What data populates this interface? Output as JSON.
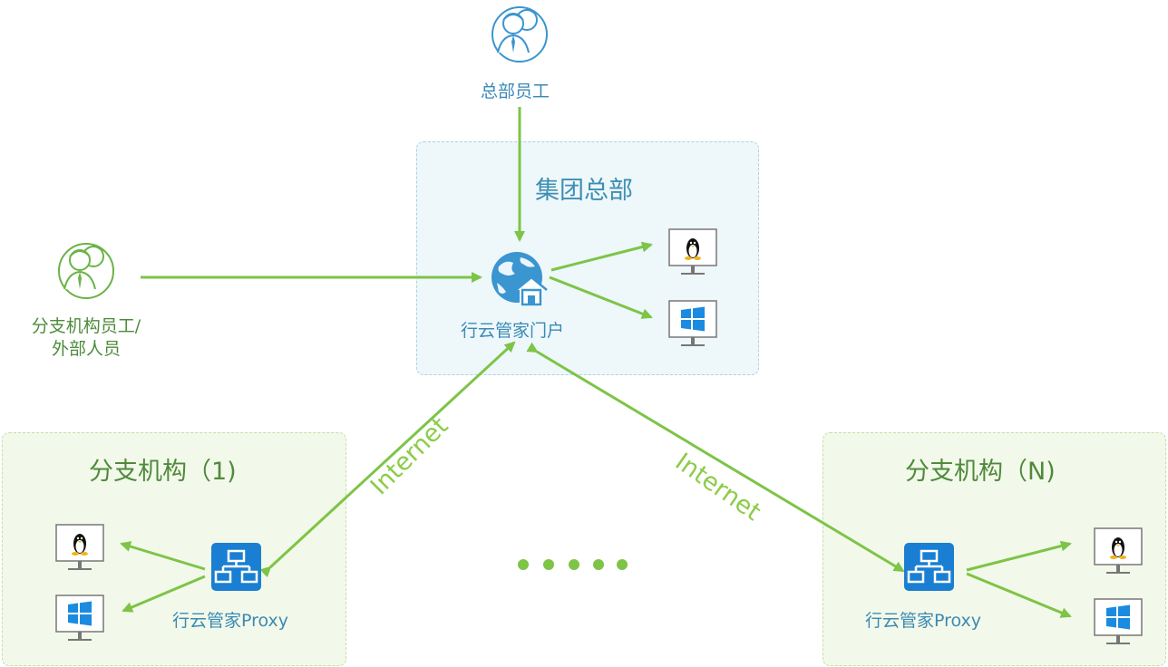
{
  "headquarters": {
    "title": "集团总部",
    "portal_label": "行云管家门户"
  },
  "hq_staff": {
    "label": "总部员工"
  },
  "branch_staff": {
    "label_line1": "分支机构员工/",
    "label_line2": "外部人员"
  },
  "branch_1": {
    "title": "分支机构（1)",
    "proxy_label": "行云管家Proxy"
  },
  "branch_n": {
    "title": "分支机构（N)",
    "proxy_label": "行云管家Proxy"
  },
  "links": {
    "internet_left": "Internet",
    "internet_right": "Internet"
  },
  "colors": {
    "arrow": "#7dc447",
    "hq_fill": "#eef7fa",
    "branch_fill": "#f3f9ea",
    "proxy_blue": "#1a7fd2",
    "user_blue": "#3a95d0",
    "user_green": "#6ab345"
  },
  "icons": [
    "users-icon",
    "globe-home-icon",
    "linux-server-icon",
    "windows-server-icon",
    "proxy-network-icon",
    "ellipsis-dots"
  ]
}
